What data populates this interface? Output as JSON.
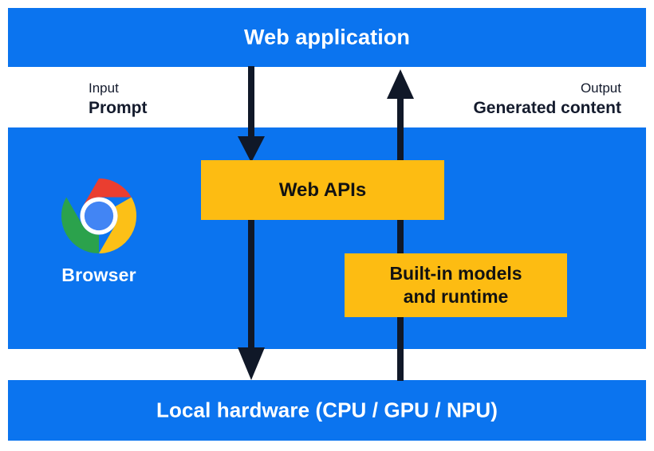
{
  "diagram": {
    "title": "Web application",
    "bands": {
      "top": {
        "label": "Web application"
      },
      "middle": {
        "label": "Browser",
        "icon": "chrome-logo-icon"
      },
      "bottom": {
        "label": "Local hardware (CPU / GPU / NPU)"
      }
    },
    "flow_labels": {
      "input": {
        "kicker": "Input",
        "value": "Prompt"
      },
      "output": {
        "kicker": "Output",
        "value": "Generated content"
      }
    },
    "boxes": [
      {
        "id": "web-apis",
        "label": "Web APIs"
      },
      {
        "id": "builtin-models",
        "label": "Built-in models\nand runtime"
      }
    ],
    "box_labels": {
      "web_apis": "Web APIs",
      "builtin_models_line1": "Built-in models",
      "builtin_models_line2": "and runtime"
    },
    "arrows": [
      {
        "id": "input-arrow",
        "direction": "down",
        "semantic": "prompt-flows-down"
      },
      {
        "id": "output-arrow",
        "direction": "up",
        "semantic": "generated-content-flows-up"
      },
      {
        "id": "hardware-arrow",
        "direction": "down",
        "semantic": "to-local-hardware"
      },
      {
        "id": "hardware-return-line",
        "direction": "up",
        "semantic": "from-local-hardware"
      }
    ],
    "colors": {
      "band_blue": "#0b74ef",
      "box_yellow": "#fdbc12",
      "arrow_navy": "#101828",
      "text_dark": "#141b2d",
      "text_light": "#ffffff",
      "background": "#ffffff",
      "chrome_red": "#ea3e30",
      "chrome_yellow": "#fcc017",
      "chrome_green": "#2ba24c",
      "chrome_blue": "#4285f4"
    }
  }
}
